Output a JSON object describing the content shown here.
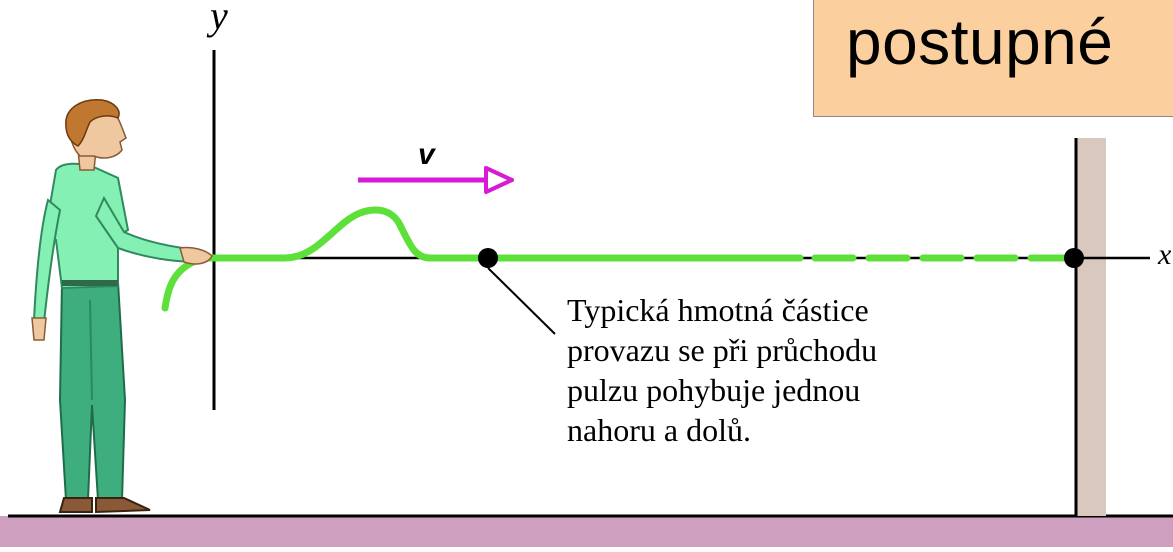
{
  "title": "postupné",
  "axes": {
    "y_label": "y",
    "x_label": "x"
  },
  "velocity": {
    "label": "v",
    "color": "#d61ad6"
  },
  "annotation": {
    "lines": [
      "Typická hmotná částice",
      "provazu se při průchodu",
      "pulzu pohybuje jednou",
      "nahoru a dolů."
    ]
  },
  "colors": {
    "rope": "#5ee03b",
    "title_bg": "#fccf9f",
    "floor": "#cf9fc0",
    "wall": "#d8c8be",
    "shirt": "#84f0b4",
    "pants": "#3fae7e",
    "skin": "#f0c8a0",
    "hair": "#c07830"
  }
}
